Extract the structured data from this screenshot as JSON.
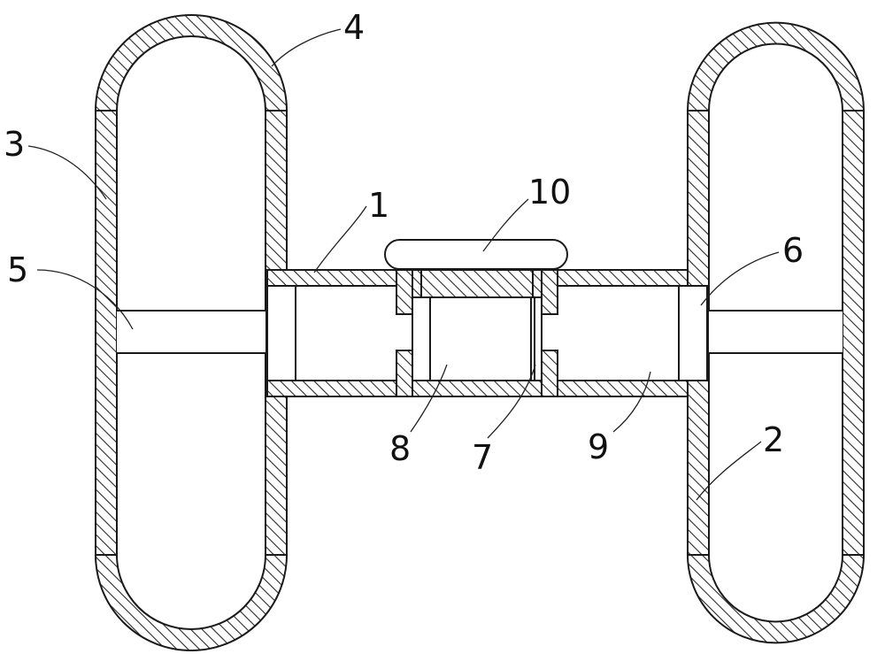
{
  "callouts": [
    {
      "id": "1",
      "text": "1",
      "part": "sleeve-tube"
    },
    {
      "id": "2",
      "text": "2",
      "part": "right-loop"
    },
    {
      "id": "3",
      "text": "3",
      "part": "left-loop"
    },
    {
      "id": "4",
      "text": "4",
      "part": "loop-end-cap"
    },
    {
      "id": "5",
      "text": "5",
      "part": "left-crossbar"
    },
    {
      "id": "6",
      "text": "6",
      "part": "end-collar"
    },
    {
      "id": "7",
      "text": "7",
      "part": "retaining-lip"
    },
    {
      "id": "8",
      "text": "8",
      "part": "center-plug"
    },
    {
      "id": "9",
      "text": "9",
      "part": "bore-channel"
    },
    {
      "id": "10",
      "text": "10",
      "part": "grip-pad"
    }
  ],
  "colors": {
    "stroke": "#1a1a1a",
    "hatch": "#2a2a2a",
    "background": "#ffffff"
  }
}
